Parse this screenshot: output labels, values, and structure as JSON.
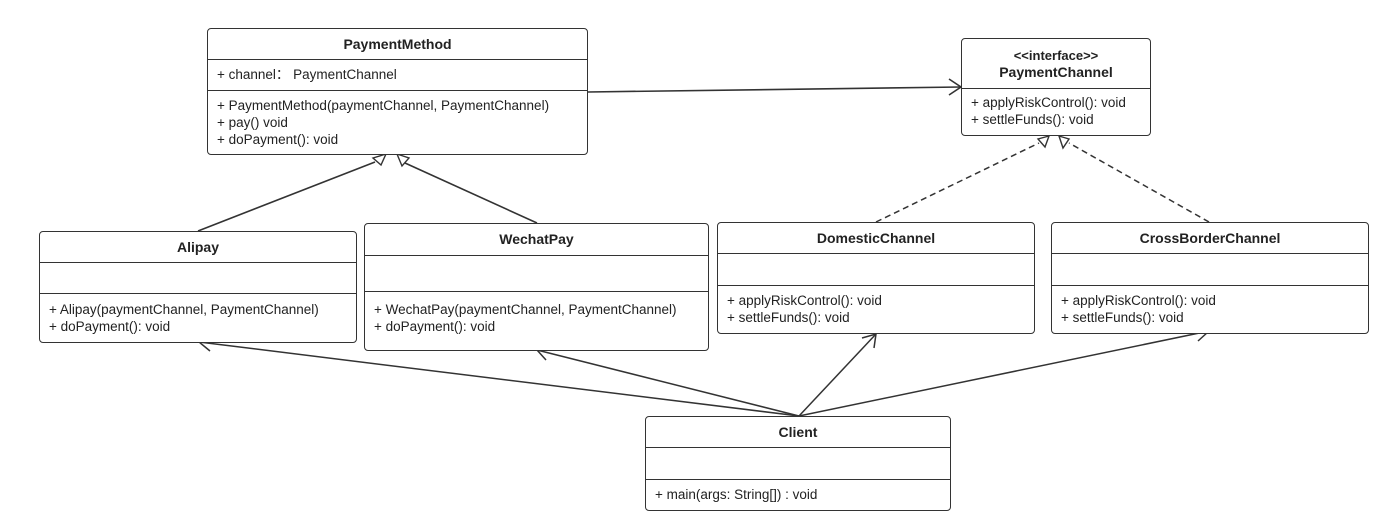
{
  "diagram": {
    "classes": {
      "payment_method": {
        "name": "PaymentMethod",
        "attributes": [
          "+ channel： PaymentChannel"
        ],
        "methods": [
          "+ PaymentMethod(paymentChannel, PaymentChannel)",
          "+ pay() void",
          "+ doPayment(): void"
        ]
      },
      "payment_channel": {
        "stereotype": "<<interface>>",
        "name": "PaymentChannel",
        "methods": [
          "+ applyRiskControl(): void",
          "+ settleFunds(): void"
        ]
      },
      "alipay": {
        "name": "Alipay",
        "methods": [
          "+ Alipay(paymentChannel, PaymentChannel)",
          "+ doPayment(): void"
        ]
      },
      "wechatpay": {
        "name": "WechatPay",
        "methods": [
          "+ WechatPay(paymentChannel, PaymentChannel)",
          "+ doPayment(): void"
        ]
      },
      "domestic_channel": {
        "name": "DomesticChannel",
        "methods": [
          "+ applyRiskControl(): void",
          "+ settleFunds(): void"
        ]
      },
      "crossborder_channel": {
        "name": "CrossBorderChannel",
        "methods": [
          "+ applyRiskControl(): void",
          "+ settleFunds(): void"
        ]
      },
      "client": {
        "name": "Client",
        "methods": [
          "+ main(args: String[]) : void"
        ]
      }
    },
    "colors": {
      "line": "#333333",
      "background": "#ffffff",
      "text": "#222222"
    }
  }
}
